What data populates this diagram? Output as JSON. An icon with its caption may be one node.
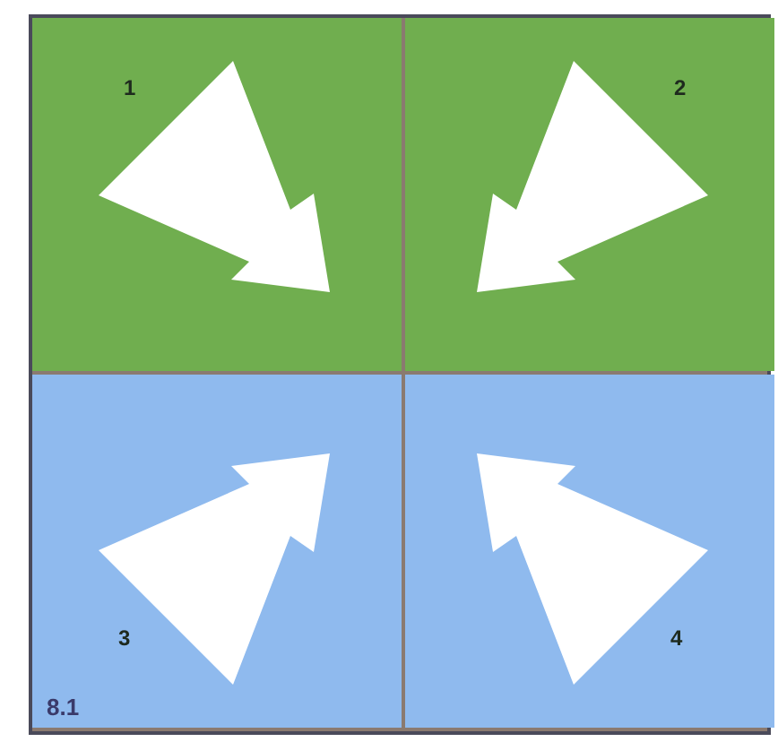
{
  "diagram": {
    "nodes": [
      {
        "text": [
          "1"
        ]
      },
      {
        "text": [
          "2"
        ]
      },
      {
        "text": [
          "3"
        ]
      },
      {
        "text": [
          "4"
        ]
      }
    ],
    "labels": [
      "8.1"
    ]
  }
}
